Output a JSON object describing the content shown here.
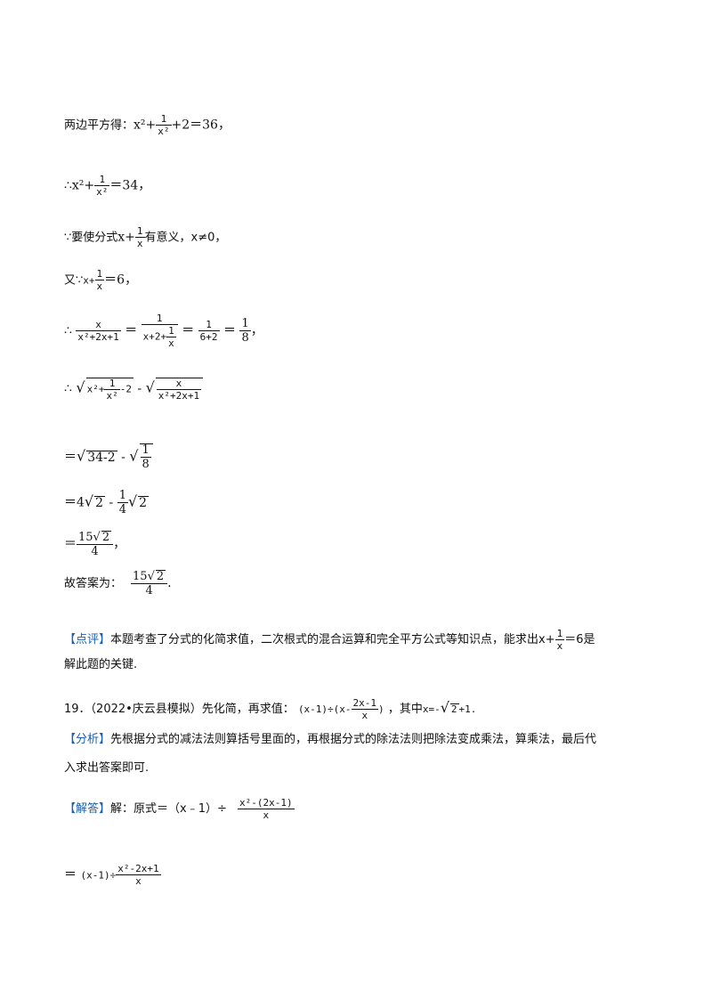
{
  "l1_text": "两边平方得：",
  "l1_math": "x²+",
  "l1_num": "1",
  "l1_den": "x²",
  "l1_tail": "+2＝36，",
  "l2_text": "∴x²+",
  "l2_num": "1",
  "l2_den": "x²",
  "l2_tail": "＝34，",
  "l3_text": "∵要使分式",
  "l3_math": "x+",
  "l3_num": "1",
  "l3_den": "x",
  "l3_tail": "有意义，x≠0，",
  "l4_text": "又∵",
  "l4_math": "x+",
  "l4_num": "1",
  "l4_den": "x",
  "l4_tail": "＝6，",
  "l5_therefore": "∴",
  "l5_f1_num": "x",
  "l5_f1_den": "x²+2x+1",
  "l5_eq1": "＝",
  "l5_f2_num": "1",
  "l5_f2_den_a": "x+2+",
  "l5_f2_den_num": "1",
  "l5_f2_den_den": "x",
  "l5_eq2": "＝",
  "l5_f3_num": "1",
  "l5_f3_den": "6+2",
  "l5_eq3": "＝",
  "l5_f4_num": "1",
  "l5_f4_den": "8",
  "l5_tail": "，",
  "l6_therefore": "∴",
  "l6_rad1_a": "x²+",
  "l6_rad1_num": "1",
  "l6_rad1_den": "x²",
  "l6_rad1_b": "-2",
  "l6_minus": "-",
  "l6_rad2_num": "x",
  "l6_rad2_den": "x²+2x+1",
  "l7_eq": "＝",
  "l7_rad1": "34-2",
  "l7_minus": "-",
  "l7_rad2_num": "1",
  "l7_rad2_den": "8",
  "l8_eq": "＝4",
  "l8_rad1": "2",
  "l8_minus": "-",
  "l8_num": "1",
  "l8_den": "4",
  "l8_rad2": "2",
  "l9_eq": "＝",
  "l9_num_a": "15",
  "l9_num_rad": "2",
  "l9_den": "4",
  "l9_tail": "，",
  "l10_text": "故答案为：",
  "l10_num_a": "15",
  "l10_num_rad": "2",
  "l10_den": "4",
  "l10_tail": ".",
  "p1_bracket": "【点评】",
  "p1_text": "本题考查了分式的化简求值，二次根式的混合运算和完全平方公式等知识点，能求出",
  "p1_math": "x+",
  "p1_num": "1",
  "p1_den": "x",
  "p1_tail": "＝6是",
  "p1_line2": "解此题的关键.",
  "q19_text": "19．（2022•庆云县模拟）先化简，再求值：",
  "q19_expr_a": "(x-1)÷(x-",
  "q19_expr_num": "2x-1",
  "q19_expr_den": "x",
  "q19_expr_b": ")",
  "q19_mid": "，其中",
  "q19_x": "x=-",
  "q19_rad": "2",
  "q19_tail": "+1.",
  "fx_bracket": "【分析】",
  "fx_text": "先根据分式的减法法则算括号里面的，再根据分式的除法法则把除法变成乘法，算乘法，最后代",
  "fx_line2": "入求出答案即可.",
  "jd_bracket": "【解答】",
  "jd_text": "解：原式＝（x﹣1）÷",
  "jd_num": "x²-(2x-1)",
  "jd_den": "x",
  "l_last_eq": "＝",
  "l_last_a": "(x-1)÷",
  "l_last_num": "x²-2x+1",
  "l_last_den": "x"
}
